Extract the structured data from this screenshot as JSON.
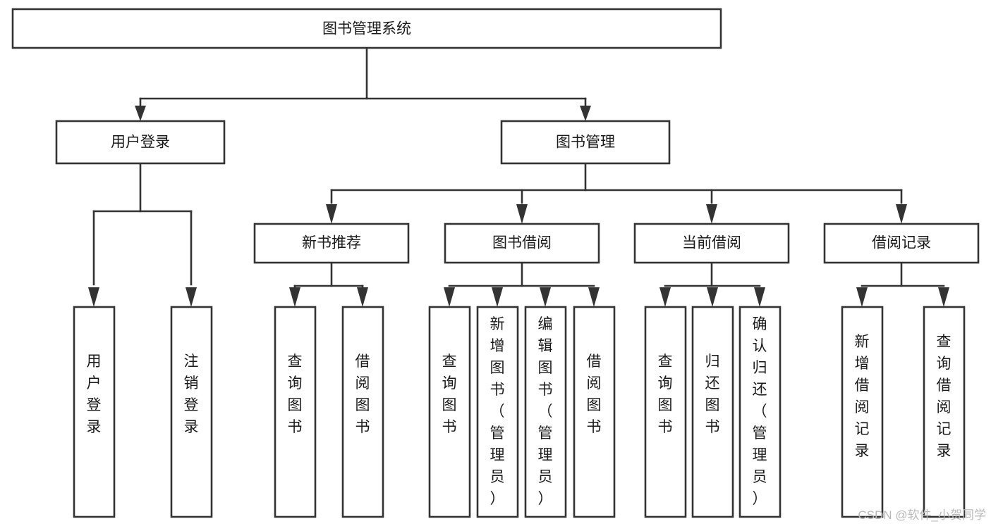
{
  "diagram": {
    "title": "图书管理系统",
    "type": "tree-hierarchy",
    "levels": 4,
    "colors": {
      "stroke": "#333333",
      "box_fill": "#ffffff",
      "text": "#1a1a1a",
      "background": "#ffffff",
      "watermark": "#b9b9b9"
    },
    "root": {
      "label": "图书管理系统"
    },
    "level2": [
      {
        "label": "用户登录"
      },
      {
        "label": "图书管理"
      }
    ],
    "level3": [
      {
        "label": "新书推荐"
      },
      {
        "label": "图书借阅"
      },
      {
        "label": "当前借阅"
      },
      {
        "label": "借阅记录"
      }
    ],
    "leaves": {
      "user_login": [
        {
          "label": "用户登录"
        },
        {
          "label": "注销登录"
        }
      ],
      "new_book_recommend": [
        {
          "label": "查询图书"
        },
        {
          "label": "借阅图书"
        }
      ],
      "book_borrow": [
        {
          "label": "查询图书"
        },
        {
          "label": "新增图书（管理员）"
        },
        {
          "label": "编辑图书（管理员）"
        },
        {
          "label": "借阅图书"
        }
      ],
      "current_borrow": [
        {
          "label": "查询图书"
        },
        {
          "label": "归还图书"
        },
        {
          "label": "确认归还（管理员）"
        }
      ],
      "borrow_record": [
        {
          "label": "新增借阅记录"
        },
        {
          "label": "查询借阅记录"
        }
      ]
    }
  },
  "watermark": {
    "text": "CSDN @软件_小贺同学"
  }
}
